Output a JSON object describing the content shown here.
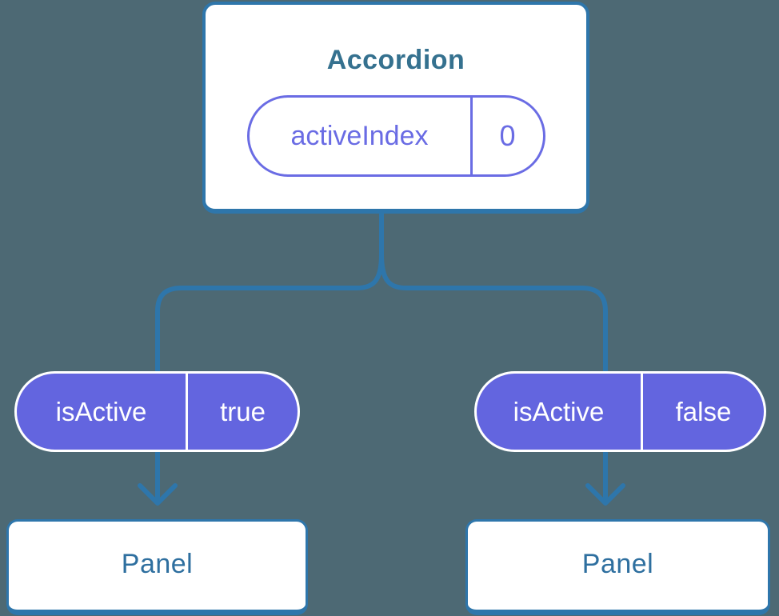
{
  "diagram": {
    "root": {
      "title": "Accordion",
      "state_pill": {
        "name": "activeIndex",
        "value": "0"
      }
    },
    "prop_pills": [
      {
        "name": "isActive",
        "value": "true"
      },
      {
        "name": "isActive",
        "value": "false"
      }
    ],
    "children": [
      {
        "title": "Panel"
      },
      {
        "title": "Panel"
      }
    ],
    "colors": {
      "background": "#4d6974",
      "line_blue": "#2e76ab",
      "title_blue": "#35718f",
      "panel_text_blue": "#2e6f9f",
      "purple": "#6a6ce4",
      "pill_fill_purple": "#6365df"
    }
  }
}
